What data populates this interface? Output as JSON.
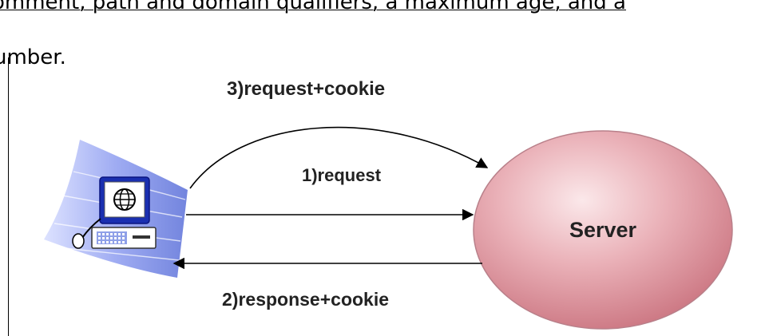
{
  "document": {
    "line_top": "omment, path and domain qualifiers, a maximum age, and a",
    "line_second": "umber."
  },
  "diagram": {
    "arrow_request_cookie": "3)request+cookie",
    "arrow_request": "1)request",
    "arrow_response_cookie": "2)response+cookie",
    "server_label": "Server",
    "client_icon": "computer-icon",
    "colors": {
      "server_fill": "#d98a94",
      "server_highlight": "#fbe8ea",
      "client_swoosh": "#6a7fe0",
      "monitor_frame": "#1a2fb0",
      "arrow": "#000000"
    }
  }
}
